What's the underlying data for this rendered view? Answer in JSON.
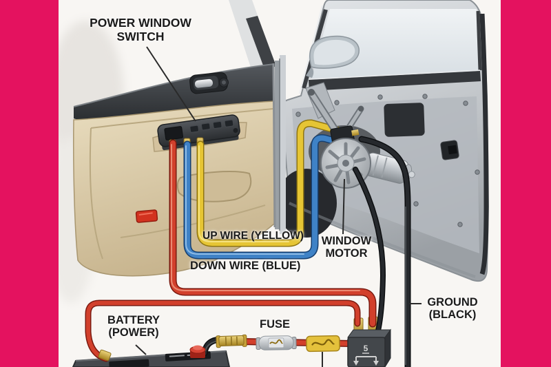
{
  "frame": {
    "border_color": "#e4125f",
    "background_color": "#f8f6f3"
  },
  "diagram": {
    "title_context": "Power window wiring illustration",
    "labels": {
      "power_window_switch": "POWER WINDOW SWITCH",
      "up_wire": "UP WIRE (YELLOW)",
      "down_wire": "DOWN WIRE (BLUE)",
      "window_motor": "WINDOW MOTOR",
      "ground": "GROUND (BLACK)",
      "battery": "BATTERY (POWER)",
      "fuse": "FUSE",
      "relay_marking": "5"
    },
    "wire_colors": {
      "power_red": "#d2402c",
      "up_yellow": "#e6c534",
      "down_blue": "#3f82c6",
      "ground_black": "#26292d"
    }
  }
}
